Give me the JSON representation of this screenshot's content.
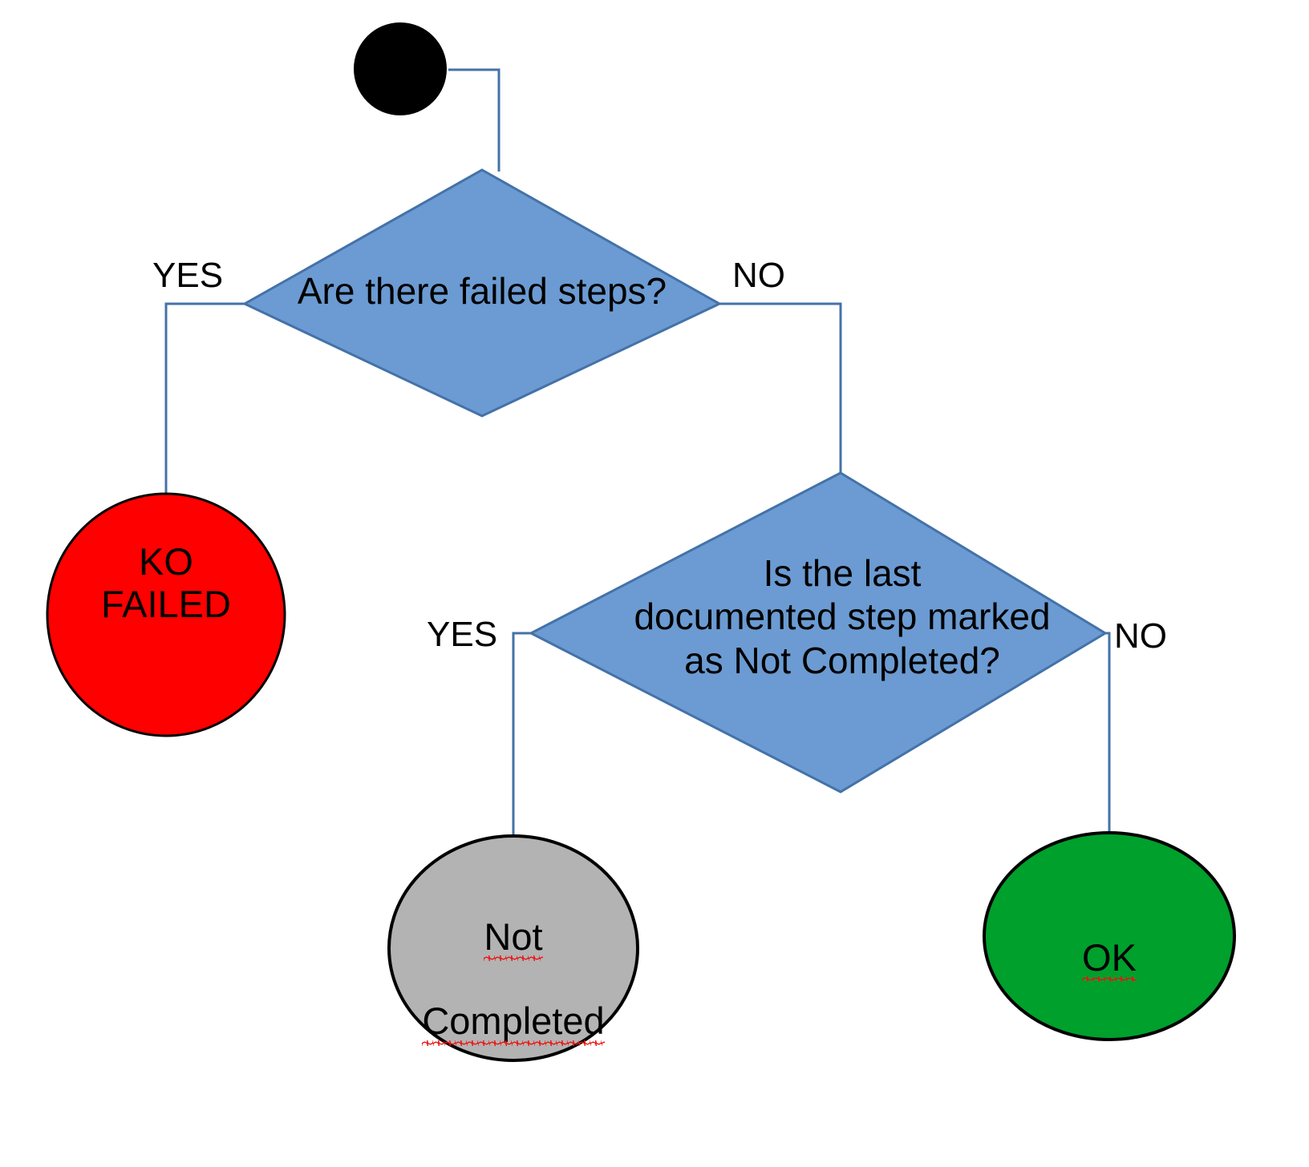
{
  "diagram": {
    "type": "flowchart",
    "title": "Test execution outcome decision flow",
    "background_color": "#ffffff",
    "colors": {
      "start_node": "#000000",
      "decision_fill": "#6B9BD2",
      "decision_stroke": "#4472A8",
      "connector": "#4472A8",
      "failed_node": "#FF0000",
      "not_completed_node": "#B3B3B3",
      "ok_node": "#00A02C",
      "node_stroke": "#000000",
      "text": "#000000",
      "spellcheck_underline": "#EE1111"
    },
    "nodes": [
      {
        "id": "start",
        "name": "start-node",
        "shape": "circle",
        "label": "",
        "fill": "#000000"
      },
      {
        "id": "decision-failed-steps",
        "name": "decision-are-there-failed-steps",
        "shape": "diamond",
        "label": "Are there failed steps?",
        "fill": "#6B9BD2"
      },
      {
        "id": "ko-failed",
        "name": "terminal-ko-failed",
        "shape": "circle",
        "label": "KO\nFAILED",
        "fill": "#FF0000"
      },
      {
        "id": "decision-last-step",
        "name": "decision-is-last-documented-step-not-completed",
        "shape": "diamond",
        "label": "Is the last\ndocumented step marked\nas Not Completed?",
        "fill": "#6B9BD2"
      },
      {
        "id": "not-completed",
        "name": "terminal-not-completed",
        "shape": "circle",
        "label_lines": [
          "Not",
          "Completed"
        ],
        "fill": "#B3B3B3",
        "spellchecked": true
      },
      {
        "id": "ok",
        "name": "terminal-ok",
        "shape": "circle",
        "label_lines": [
          "OK"
        ],
        "fill": "#00A02C",
        "spellchecked": true
      }
    ],
    "edges": [
      {
        "from": "start",
        "to": "decision-failed-steps",
        "label": ""
      },
      {
        "from": "decision-failed-steps",
        "to": "ko-failed",
        "label": "YES"
      },
      {
        "from": "decision-failed-steps",
        "to": "decision-last-step",
        "label": "NO"
      },
      {
        "from": "decision-last-step",
        "to": "not-completed",
        "label": "YES"
      },
      {
        "from": "decision-last-step",
        "to": "ok",
        "label": "NO"
      }
    ],
    "labels": {
      "d1_yes": "YES",
      "d1_no": "NO",
      "d2_yes": "YES",
      "d2_no": "NO",
      "d1_text": "Are there failed steps?",
      "d2_text": "Is the last\ndocumented step marked\nas Not Completed?",
      "ko_text": "KO\nFAILED",
      "nc_line1": "Not",
      "nc_line2": "Completed",
      "ok_text": "OK"
    }
  }
}
